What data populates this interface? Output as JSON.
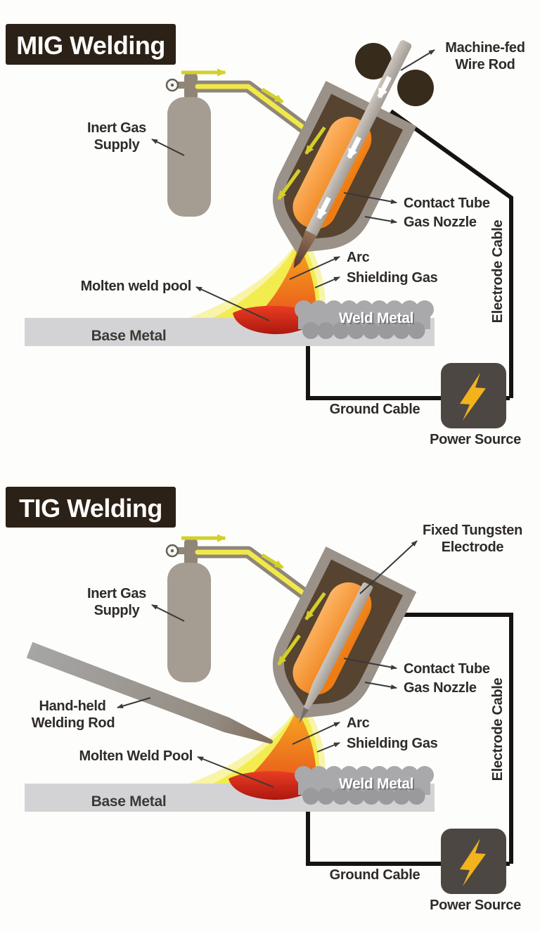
{
  "colors": {
    "title_bg": "#2b2117",
    "label": "#2e2b28",
    "cable": "#161310",
    "cylinder": "#a59c92",
    "cylinder_neck": "#8f8678",
    "hose_yellow": "#f1e94a",
    "arrow_yellow": "#d4cf2b",
    "torch_shell": "#9a9189",
    "torch_inner": "#564330",
    "contact_tube_orange": "#f08a1d",
    "cone_outer": "#f8f4a8",
    "cone_inner": "#f2ec4e",
    "arc_orange": "#f59d1e",
    "pool_red": "#cf2217",
    "base_metal": "#d3d3d5",
    "weld_bead": "#a9a9ab",
    "weld_bead_dark": "#9a9a9c",
    "roller": "#372b1c",
    "power_box": "#4c4743",
    "bolt": "#f2b31c",
    "wire": "#b5aea6"
  },
  "mig": {
    "title": "MIG Welding",
    "labels": {
      "machine_fed_1": "Machine-fed",
      "machine_fed_2": "Wire Rod",
      "inert_1": "Inert Gas",
      "inert_2": "Supply",
      "contact_tube": "Contact Tube",
      "gas_nozzle": "Gas Nozzle",
      "arc": "Arc",
      "shielding_gas": "Shielding Gas",
      "molten_pool": "Molten weld pool",
      "weld_metal": "Weld Metal",
      "base_metal": "Base Metal",
      "electrode_cable": "Electrode Cable",
      "ground_cable": "Ground Cable",
      "power_source": "Power Source"
    }
  },
  "tig": {
    "title": "TIG Welding",
    "labels": {
      "tungsten_1": "Fixed Tungsten",
      "tungsten_2": "Electrode",
      "handheld_1": "Hand-held",
      "handheld_2": "Welding Rod",
      "inert_1": "Inert Gas",
      "inert_2": "Supply",
      "contact_tube": "Contact Tube",
      "gas_nozzle": "Gas Nozzle",
      "arc": "Arc",
      "shielding_gas": "Shielding Gas",
      "molten_pool": "Molten Weld Pool",
      "weld_metal": "Weld Metal",
      "base_metal": "Base Metal",
      "electrode_cable": "Electrode Cable",
      "ground_cable": "Ground Cable",
      "power_source": "Power Source"
    }
  }
}
